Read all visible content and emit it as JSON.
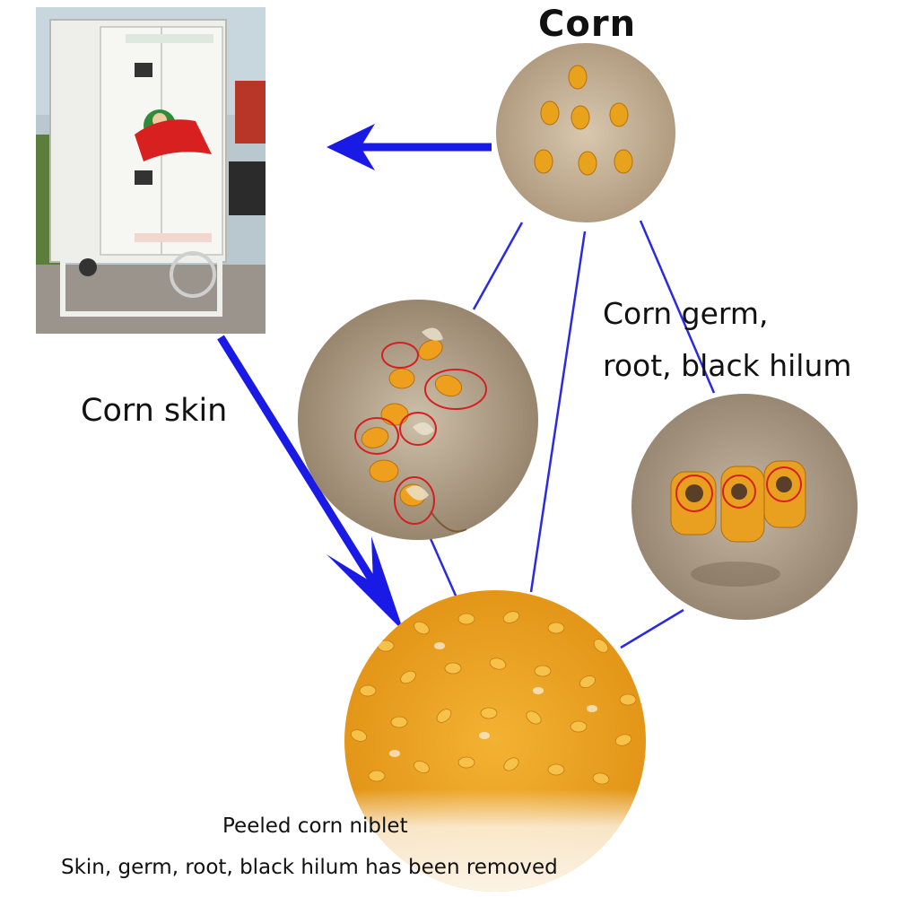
{
  "labels": {
    "corn": "Corn",
    "germ_line1": "Corn germ,",
    "germ_line2": "root, black hilum",
    "skin": "Corn skin",
    "caption_line1": "Peeled corn niblet",
    "caption_line2": "Skin, germ, root, black hilum has been removed"
  },
  "colors": {
    "arrow": "#1a1ae6",
    "connector": "#2a2ae0",
    "kernel": "#e8a21c",
    "highlight_circle": "#d42020",
    "photo_bg": "#c9b8a0"
  },
  "icons": {
    "machine": "peeling-machine-photo",
    "corn_photo": "corn-kernels-photo",
    "skin_photo": "corn-skin-photo",
    "germ_photo": "corn-germ-photo",
    "result_photo": "peeled-niblets-photo"
  }
}
